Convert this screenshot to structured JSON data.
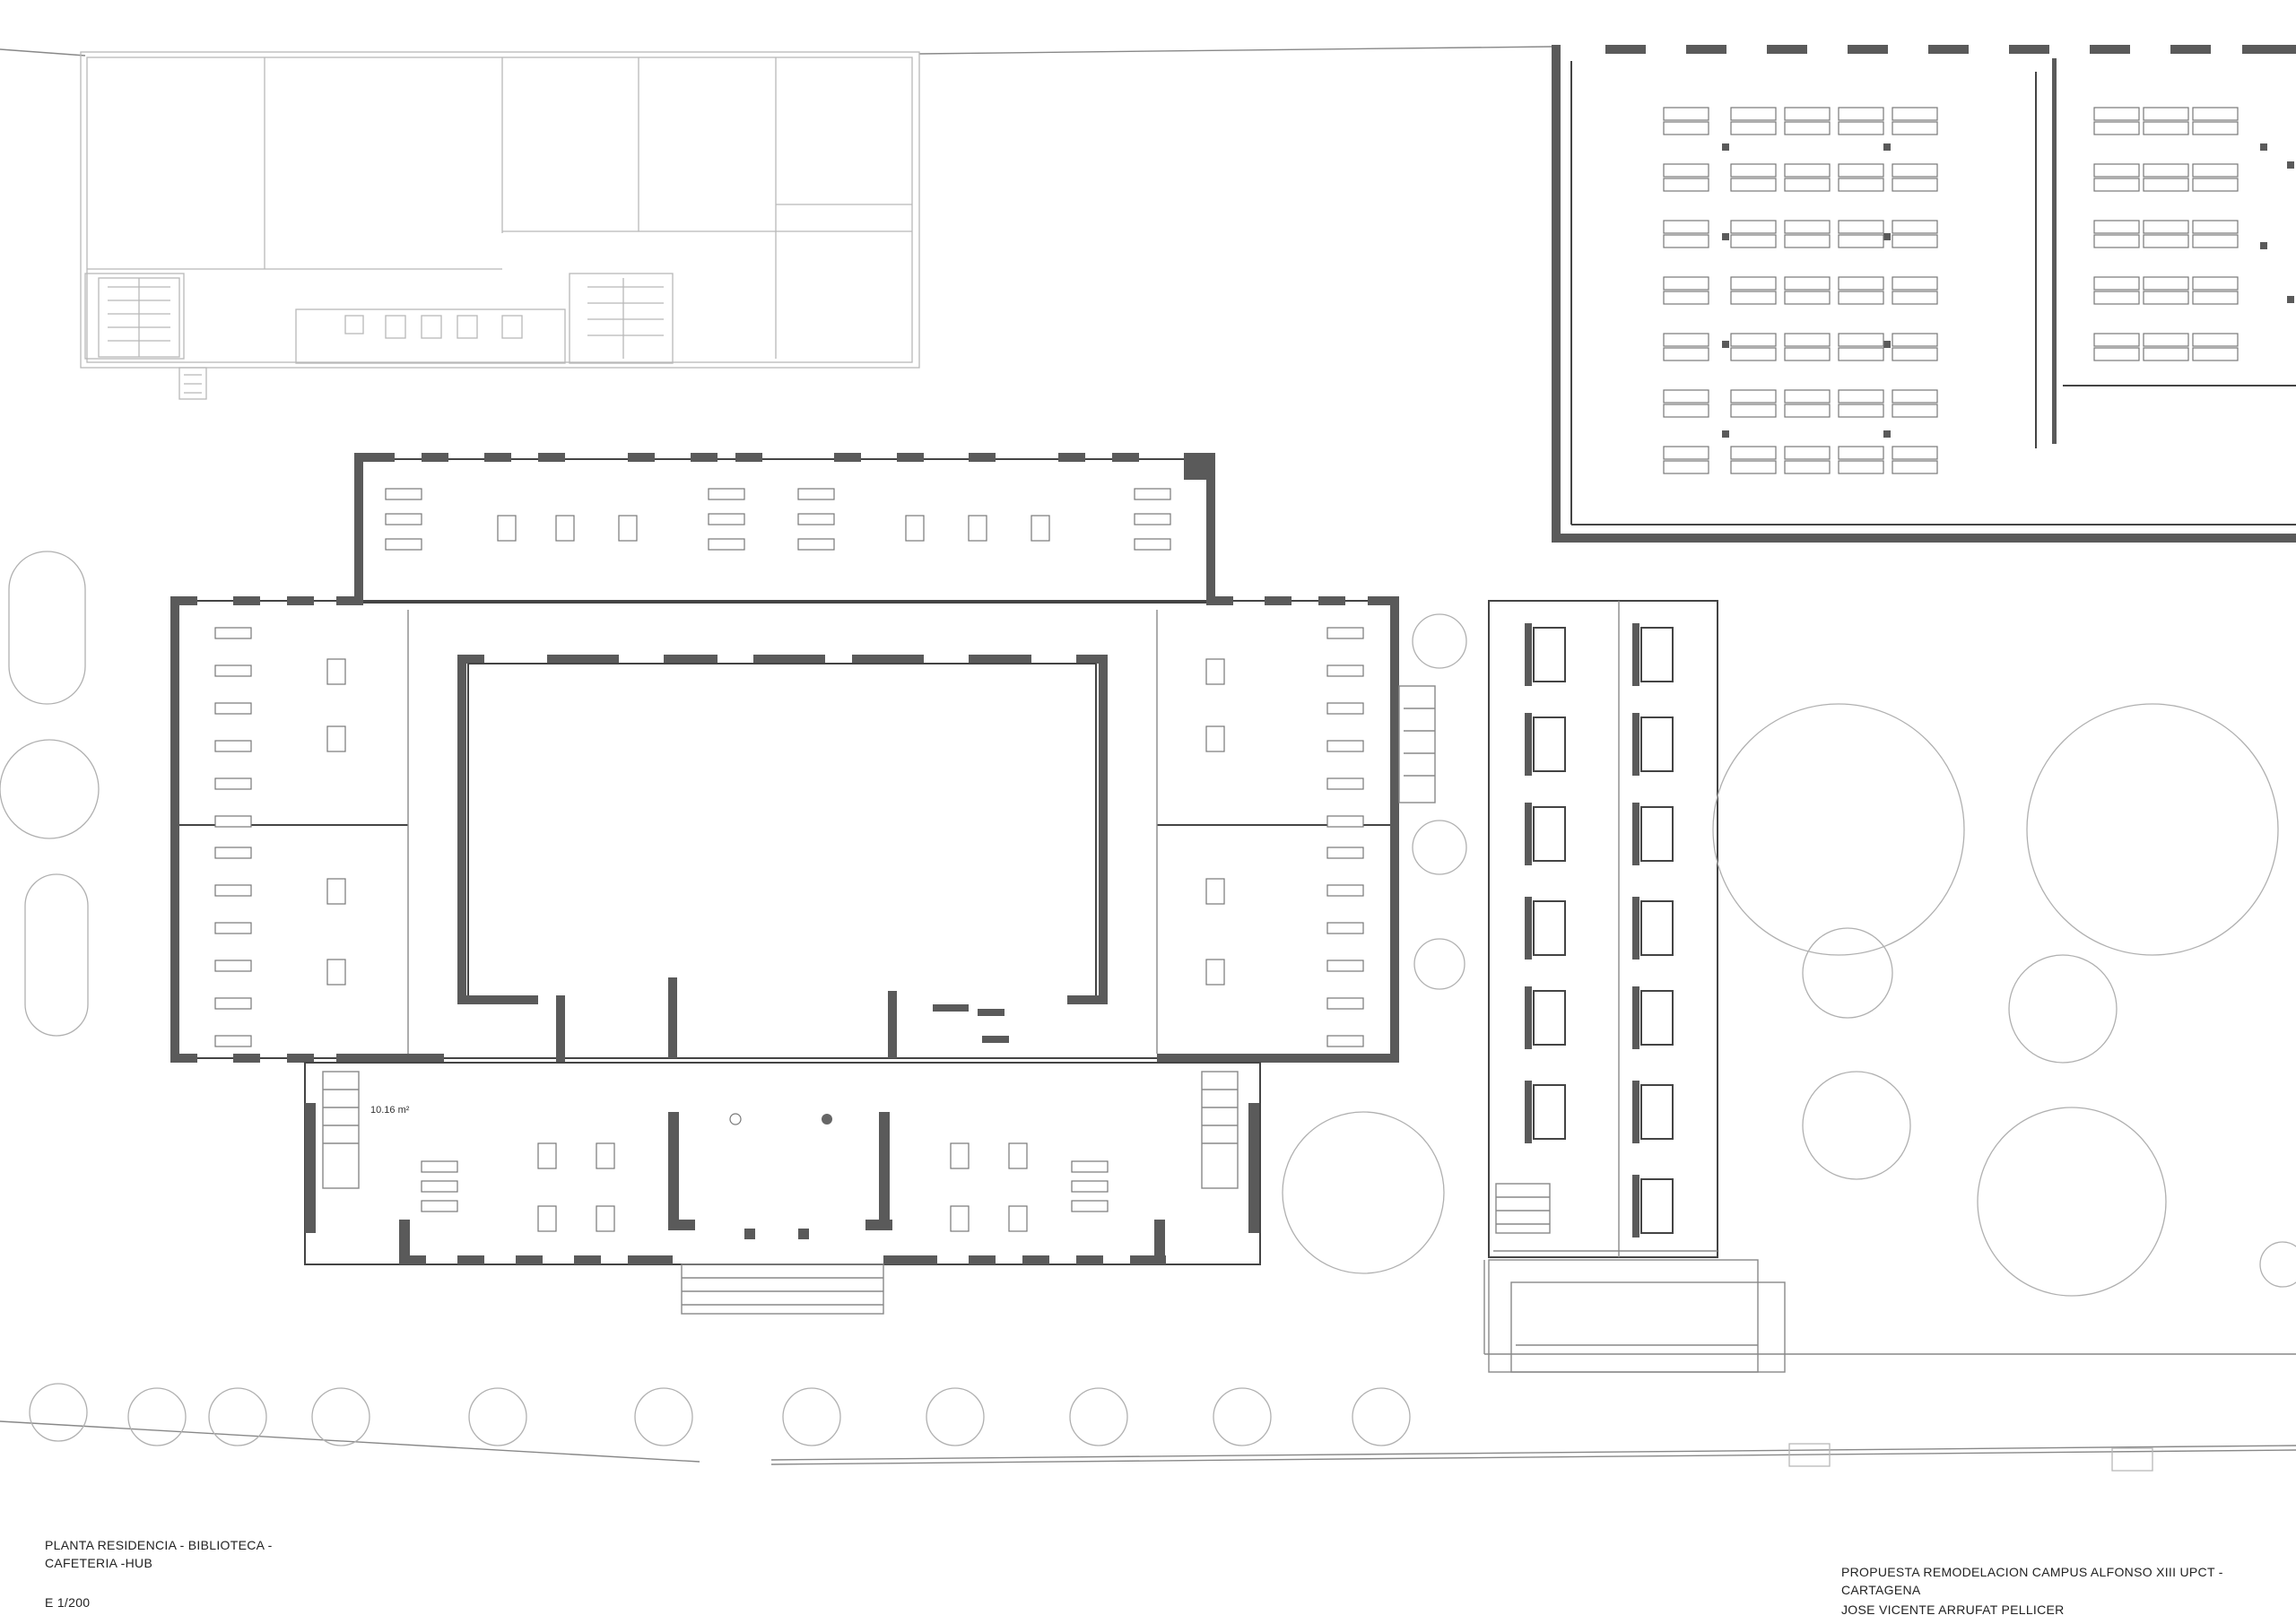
{
  "sheet": {
    "title_lines": [
      "PLANTA RESIDENCIA - BIBLIOTECA -",
      "CAFETERIA -HUB"
    ],
    "scale": "E 1/200",
    "project": "PROPUESTA REMODELACION CAMPUS ALFONSO XIII UPCT - CARTAGENA",
    "author": "JOSE VICENTE ARRUFAT PELLICER"
  },
  "annotations": {
    "area_tag": "10.16 m²"
  },
  "colors": {
    "wall": "#5a5a5a",
    "line": "#444444",
    "faint": "#b8b8b8"
  }
}
